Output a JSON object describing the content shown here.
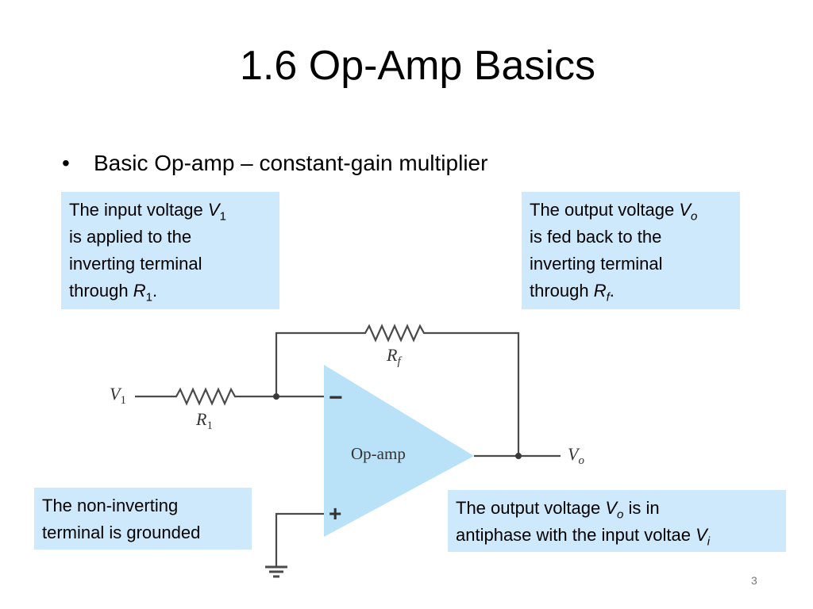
{
  "slide": {
    "title": "1.6 Op-Amp Basics",
    "bullet_symbol": "•",
    "bullet_text": "Basic Op-amp – constant-gain multiplier",
    "page_number": "3"
  },
  "callouts": {
    "input": {
      "line1_text": "The input voltage ",
      "line1_var": "V",
      "line1_sub": "1",
      "line2": "is applied to the",
      "line3": "inverting terminal",
      "line4_text": "through ",
      "line4_var": "R",
      "line4_sub": "1",
      "line4_end": "."
    },
    "feedback": {
      "line1_text": "The output voltage ",
      "line1_var": "V",
      "line1_sub": "o",
      "line2": "is fed back to the",
      "line3": "inverting terminal",
      "line4_text": "through ",
      "line4_var": "R",
      "line4_sub": "f",
      "line4_end": "."
    },
    "noninverting": {
      "line1": "The non-inverting",
      "line2": "terminal is grounded"
    },
    "antiphase": {
      "line1_text": "The output voltage ",
      "line1_var": "V",
      "line1_sub": "o",
      "line1_end": " is in",
      "line2_text": "antiphase with the input voltae ",
      "line2_var": "V",
      "line2_sub": "i"
    }
  },
  "circuit": {
    "opamp_label": "Op-amp",
    "minus_sign": "−",
    "plus_sign": "+",
    "input_var": "V",
    "input_sub": "1",
    "input_resistor_var": "R",
    "input_resistor_sub": "1",
    "feedback_resistor_var": "R",
    "feedback_resistor_sub": "f",
    "output_var": "V",
    "output_sub": "o",
    "opamp_fill": "#b9e1f7",
    "wire_color": "#4a4a4a"
  }
}
